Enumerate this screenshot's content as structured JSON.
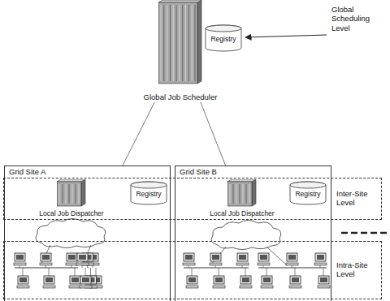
{
  "diagram": {
    "nodes": [
      {
        "text": [
          "Global Job Scheduler"
        ]
      },
      {
        "text": [
          "Registry"
        ]
      },
      {
        "text": [
          "Grid Site A"
        ]
      },
      {
        "text": [
          "Local Job Dispatcher"
        ],
        "in": 2
      },
      {
        "text": [
          "Registry"
        ],
        "in": 2
      },
      {
        "text": [
          "Grid Site B"
        ]
      },
      {
        "text": [
          "Local Job Dispatcher"
        ],
        "in": 5
      },
      {
        "text": [
          "Registry"
        ],
        "in": 5
      },
      {
        "text": [
          "Inter-Site Level"
        ]
      },
      {
        "text": [
          "Intra-Site Level"
        ]
      }
    ],
    "edges": [
      {
        "from": 0,
        "to": 2,
        "arrow": "none"
      },
      {
        "from": 0,
        "to": 5,
        "arrow": "none"
      }
    ],
    "labels": [
      "Global Scheduling Level"
    ]
  }
}
